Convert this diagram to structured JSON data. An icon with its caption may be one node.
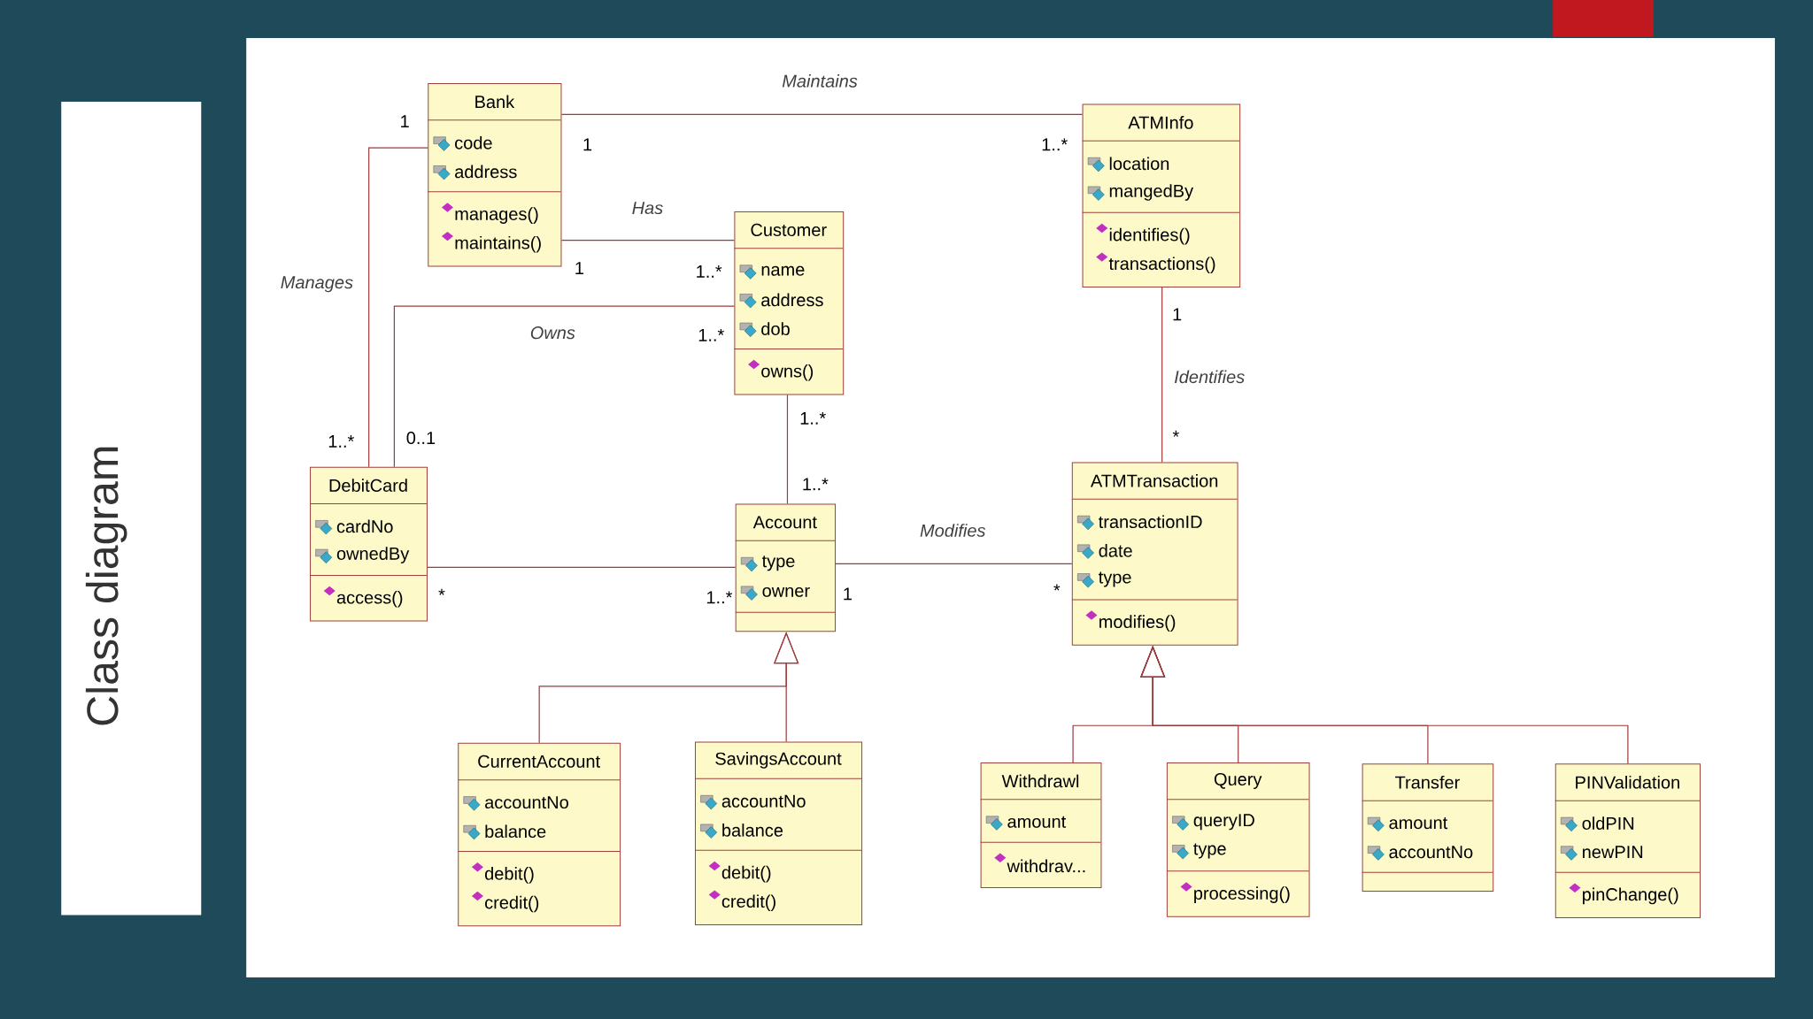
{
  "diagram": {
    "title": "Class diagram",
    "nodes": [
      {
        "text": [
          "Bank",
          "code",
          "address",
          "manages()",
          "maintains()"
        ]
      },
      {
        "text": [
          "ATMInfo",
          "location",
          "mangedBy",
          "identifies()",
          "transactions()"
        ]
      },
      {
        "text": [
          "Customer",
          "name",
          "address",
          "dob",
          "owns()"
        ]
      },
      {
        "text": [
          "DebitCard",
          "cardNo",
          "ownedBy",
          "access()"
        ]
      },
      {
        "text": [
          "Account",
          "type",
          "owner"
        ]
      },
      {
        "text": [
          "ATMTransaction",
          "transactionID",
          "date",
          "type",
          "modifies()"
        ]
      },
      {
        "text": [
          "CurrentAccount",
          "accountNo",
          "balance",
          "debit()",
          "credit()"
        ]
      },
      {
        "text": [
          "SavingsAccount",
          "accountNo",
          "balance",
          "debit()",
          "credit()"
        ]
      },
      {
        "text": [
          "Withdrawl",
          "amount",
          "withdrav..."
        ]
      },
      {
        "text": [
          "Query",
          "queryID",
          "type",
          "processing()"
        ]
      },
      {
        "text": [
          "Transfer",
          "amount",
          "accountNo"
        ]
      },
      {
        "text": [
          "PINValidation",
          "oldPIN",
          "newPIN",
          "pinChange()"
        ]
      }
    ],
    "edges": [
      {
        "from": 0,
        "to": 1,
        "arrow": "none",
        "label": "Maintains"
      },
      {
        "from": 0,
        "to": 2,
        "arrow": "none",
        "label": "Has"
      },
      {
        "from": 0,
        "to": 3,
        "arrow": "none",
        "label": "Manages"
      },
      {
        "from": 2,
        "to": 3,
        "arrow": "none",
        "label": "Owns"
      },
      {
        "from": 2,
        "to": 4,
        "arrow": "none"
      },
      {
        "from": 3,
        "to": 4,
        "arrow": "none"
      },
      {
        "from": 4,
        "to": 5,
        "arrow": "none",
        "label": "Modifies"
      },
      {
        "from": 1,
        "to": 5,
        "arrow": "none",
        "label": "Identifies"
      },
      {
        "from": 6,
        "to": 4,
        "arrow": "to"
      },
      {
        "from": 7,
        "to": 4,
        "arrow": "to"
      },
      {
        "from": 8,
        "to": 5,
        "arrow": "to"
      },
      {
        "from": 9,
        "to": 5,
        "arrow": "to"
      },
      {
        "from": 10,
        "to": 5,
        "arrow": "to"
      },
      {
        "from": 11,
        "to": 5,
        "arrow": "to"
      }
    ],
    "labels": [
      "1",
      "1",
      "1..*",
      "1",
      "1..*",
      "1..*",
      "1..*",
      "0..1",
      "1..*",
      "1..*",
      "1",
      "*",
      "*",
      "1..*",
      "1",
      "*"
    ]
  }
}
